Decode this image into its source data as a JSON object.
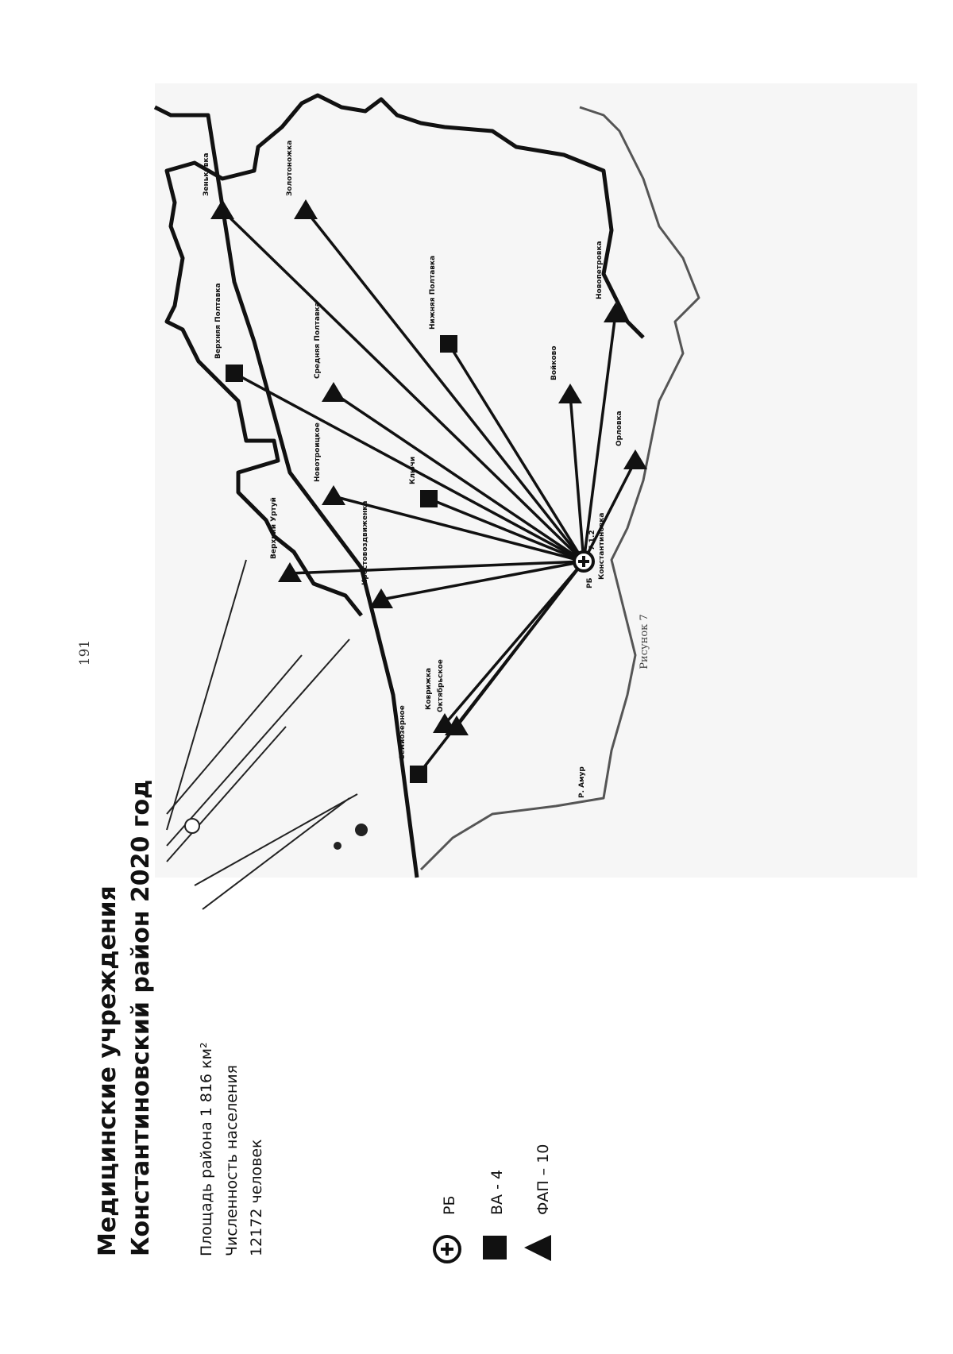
{
  "page_number": "191",
  "title": {
    "line1": "Медицинские учреждения",
    "line2": "Константиновский район 2020 год"
  },
  "info": {
    "area": "Площадь района 1 816 км²",
    "population_label": "Численность населения",
    "population_value": "12172 человек"
  },
  "legend": {
    "rb": "РБ",
    "va": "ВА - 4",
    "fap": "ФАП – 10"
  },
  "caption": "Рисунок 7",
  "hub": {
    "label": "РБ",
    "value": "7.1.2",
    "town": "Константиновка",
    "icon": "plus-circle-icon"
  },
  "facilities": [
    {
      "name": "Зеньковка",
      "type": "fap"
    },
    {
      "name": "Золотоножка",
      "type": "fap"
    },
    {
      "name": "Верхняя Полтавка",
      "type": "va"
    },
    {
      "name": "Нижняя Полтавка",
      "type": "va"
    },
    {
      "name": "Средняя Полтавка",
      "type": "fap"
    },
    {
      "name": "Войково",
      "type": "fap"
    },
    {
      "name": "Новопетровка",
      "type": "fap"
    },
    {
      "name": "Новотроицкое",
      "type": "fap"
    },
    {
      "name": "Ключи",
      "type": "va"
    },
    {
      "name": "Орловка",
      "type": "fap"
    },
    {
      "name": "Верхний Уртуй",
      "type": "fap"
    },
    {
      "name": "Крестовоздвиженка",
      "type": "fap"
    },
    {
      "name": "Коврижка",
      "type": "fap"
    },
    {
      "name": "Октябрьское",
      "type": "fap"
    },
    {
      "name": "Семиозерное",
      "type": "va"
    }
  ],
  "river_label": "Р. Амур"
}
